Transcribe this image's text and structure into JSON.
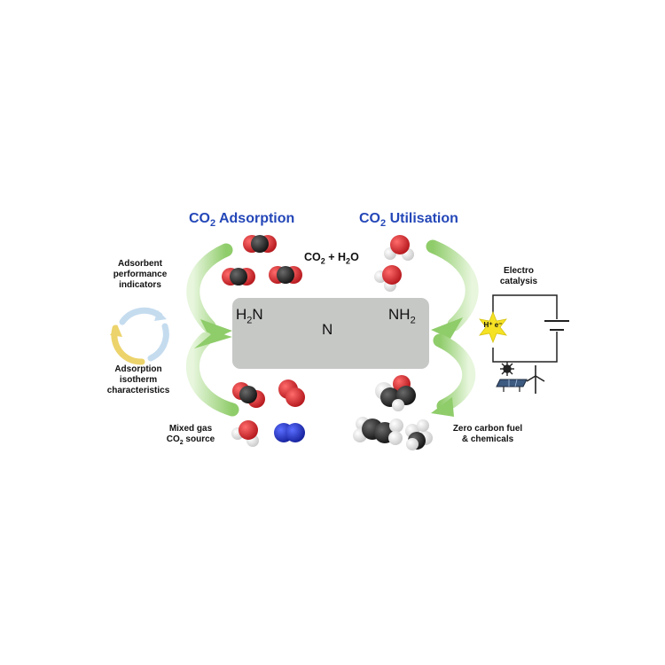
{
  "headings": {
    "adsorption": {
      "prefix": "CO",
      "sub": "2",
      "rest": " Adsorption"
    },
    "utilisation": {
      "prefix": "CO",
      "sub": "2",
      "rest": " Utilisation"
    }
  },
  "reaction": {
    "c1": "CO",
    "s1": "2",
    "mid": " + H",
    "s2": "2",
    "end": "O"
  },
  "molecule": {
    "left_group": {
      "main": "H",
      "sub": "2",
      "tail": "N"
    },
    "center_atom": "N",
    "right_group": {
      "main": "NH",
      "sub": "2"
    }
  },
  "left_labels": {
    "performance": [
      "Adsorbent",
      "performance",
      "indicators"
    ],
    "isotherm": [
      "Adsorption",
      "isotherm",
      "characteristics"
    ],
    "source": {
      "line1": "Mixed gas",
      "line2_prefix": "CO",
      "line2_sub": "2",
      "line2_rest": " source"
    }
  },
  "right_labels": {
    "electro": [
      "Electro",
      "catalysis"
    ],
    "fuel": [
      "Zero carbon fuel",
      "& chemicals"
    ],
    "catalyst_badge": "H⁺ e⁻"
  },
  "colors": {
    "heading_blue": "#2447b8",
    "arrow_green": "#9bd27a",
    "box_grey": "#c6c8c6",
    "oxygen_red": "#d9252b",
    "carbon_black": "#262626",
    "nitrogen_blue": "#2436b8",
    "hydrogen_white": "#f1f1f1",
    "star_yellow": "#f6e224"
  },
  "icons": [
    "cycle-arrows-icon",
    "sun-icon",
    "solar-panel-icon",
    "wind-turbine-icon",
    "circuit-icon",
    "battery-icon",
    "star-icon"
  ]
}
